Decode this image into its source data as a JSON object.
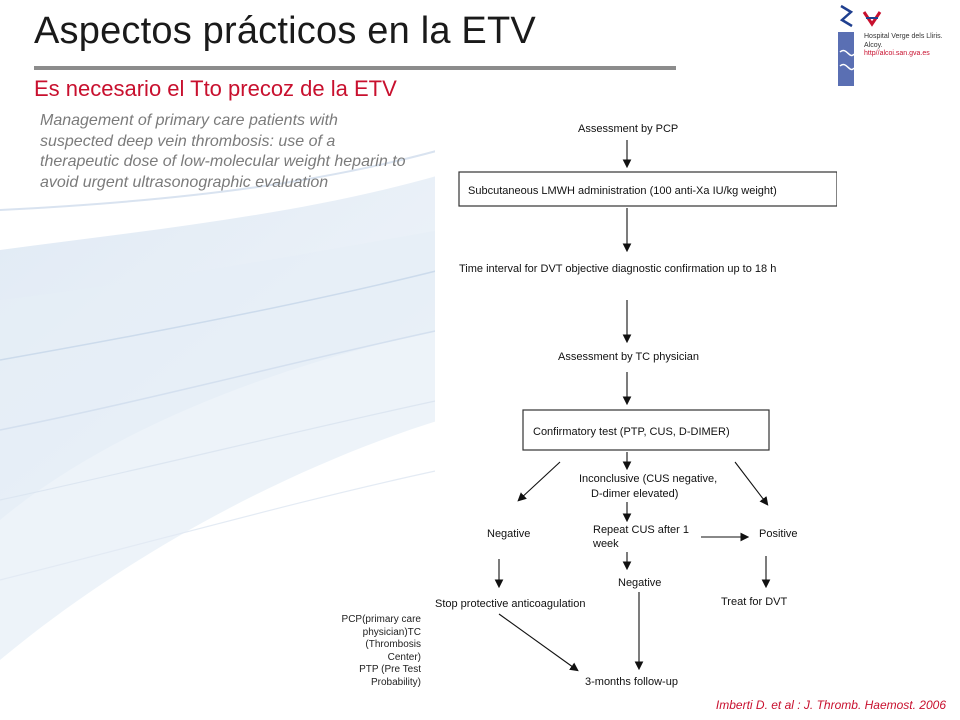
{
  "slide": {
    "title": "Aspectos prácticos en la ETV",
    "subtitle": "Es necesario el Tto precoz de la ETV",
    "description": "Management of primary care patients with suspected deep vein thrombosis: use of a therapeutic dose of low-molecular weight heparin to avoid urgent ultrasonographic evaluation",
    "citation": "Imberti D. et al :  J. Thromb. Haemost. 2006"
  },
  "hospital": {
    "line1": "Hospital Verge dels Lliris.",
    "line2": "Alcoy.",
    "url": "http//alcoi.san.gva.es"
  },
  "abbreviations": [
    "PCP(primary care",
    "physician)TC",
    "(Thrombosis",
    "Center)",
    "PTP (Pre Test",
    "Probability)"
  ],
  "flowchart": {
    "assessment_pcp": "Assessment by PCP",
    "lmwh": "Subcutaneous  LMWH administration (100 anti-Xa IU/kg weight)",
    "time_interval": "Time interval for DVT objective diagnostic confirmation up to 18 h",
    "assessment_tc": "Assessment by  TC  physician",
    "confirmatory": "Confirmatory test (PTP, CUS, D-DIMER)",
    "inconclusive_1": "Inconclusive (CUS negative,",
    "inconclusive_2": "D-dimer elevated)",
    "negative": "Negative",
    "repeat_1": "Repeat CUS after 1",
    "repeat_2": "week",
    "positive": "Positive",
    "negative_2": "Negative",
    "stop": "Stop protective anticoagulation",
    "treat": "Treat for DVT",
    "followup": "3-months follow-up"
  }
}
